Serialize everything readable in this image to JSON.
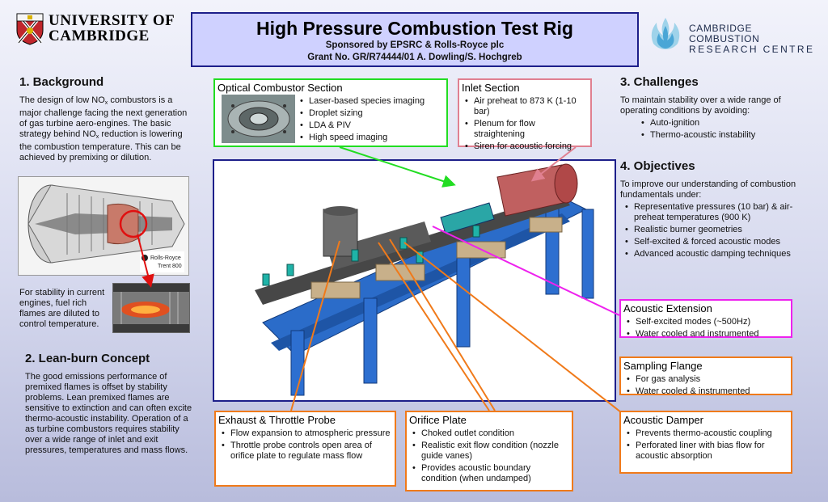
{
  "header": {
    "university_line1": "UNIVERSITY OF",
    "university_line2": "CAMBRIDGE",
    "title": "High Pressure Combustion Test Rig",
    "sponsor": "Sponsored by EPSRC & Rolls-Royce plc",
    "grant": "Grant No. GR/R74444/01 A. Dowling/S. Hochgreb",
    "ccrc_line1": "CAMBRIDGE COMBUSTION",
    "ccrc_line2": "RESEARCH CENTRE"
  },
  "background": {
    "heading": "1. Background",
    "text_1": "The design of low NO",
    "sub_1": "x",
    "text_2": " combustors is a major challenge facing the next generation of gas turbine aero-engines. The basic strategy behind NO",
    "sub_2": "x",
    "text_3": " reduction is lowering the combustion temperature. This can be achieved by premixing or dilution.",
    "engine_label": "Rolls-Royce",
    "engine_model": "Trent 800",
    "stability_note": "For stability in current engines, fuel rich flames are diluted to control temperature."
  },
  "leanburn": {
    "heading": "2. Lean-burn Concept",
    "text": "The good emissions performance of premixed flames is offset by stability problems. Lean premixed flames are sensitive to extinction and can often excite thermo-acoustic instability. Operation of a as turbine combustors requires stability over a wide range of inlet and exit pressures, temperatures and mass flows."
  },
  "optical": {
    "title": "Optical Combustor Section",
    "items": [
      "Laser-based species imaging",
      "Droplet sizing",
      "LDA & PIV",
      "High speed imaging"
    ],
    "color": "#22dd22"
  },
  "inlet": {
    "title": "Inlet Section",
    "items": [
      "Air preheat to 873 K (1-10 bar)",
      "Plenum for flow straightening",
      "Siren for acoustic forcing"
    ],
    "color": "#e08090"
  },
  "challenges": {
    "heading": "3. Challenges",
    "text": "To maintain stability over a wide range of operating conditions by avoiding:",
    "items": [
      "Auto-ignition",
      "Thermo-acoustic instability"
    ]
  },
  "objectives": {
    "heading": "4. Objectives",
    "text": "To improve our understanding of combustion fundamentals under:",
    "items": [
      "Representative pressures (10 bar) & air-preheat temperatures (900 K)",
      "Realistic burner geometries",
      "Self-excited & forced acoustic modes",
      "Advanced acoustic damping techniques"
    ]
  },
  "acoustic_ext": {
    "title": "Acoustic Extension",
    "items": [
      "Self-excited modes (~500Hz)",
      "Water cooled and instrumented"
    ],
    "color": "#ee22ee"
  },
  "sampling": {
    "title": "Sampling Flange",
    "items": [
      "For gas analysis",
      "Water cooled & instrumented"
    ]
  },
  "damper": {
    "title": "Acoustic Damper",
    "items": [
      "Prevents thermo-acoustic coupling",
      "Perforated liner with bias flow for acoustic absorption"
    ]
  },
  "exhaust": {
    "title": "Exhaust & Throttle Probe",
    "items": [
      "Flow expansion to atmospheric pressure",
      "Throttle probe controls open area of orifice plate to regulate mass flow"
    ]
  },
  "orifice": {
    "title": "Orifice Plate",
    "items": [
      "Choked outlet condition",
      "Realistic exit flow condition (nozzle guide vanes)",
      "Provides acoustic boundary condition (when undamped)"
    ]
  },
  "colors": {
    "title_bg": "#cfd1ff",
    "title_border": "#1d1f8a",
    "callout_orange": "#f07a1a",
    "rig_frame": "#1f5fbf"
  }
}
